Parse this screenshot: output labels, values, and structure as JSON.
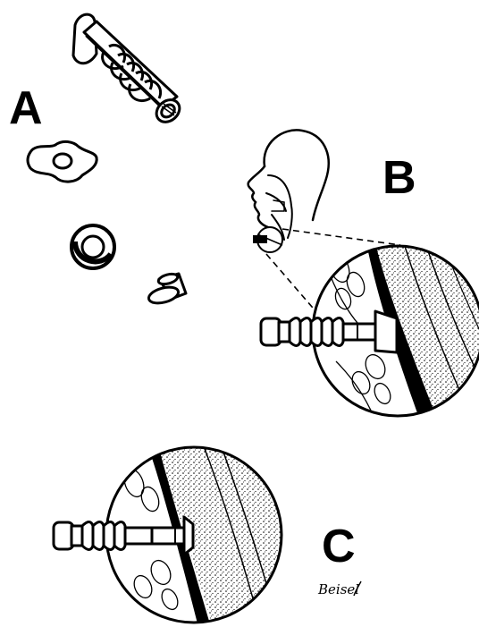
{
  "panels": [
    {
      "id": "A",
      "label": "A"
    },
    {
      "id": "B",
      "label": "B"
    },
    {
      "id": "C",
      "label": "C"
    }
  ],
  "signature": "Beisel",
  "colors": {
    "ink": "#000000",
    "paper": "#ffffff"
  }
}
